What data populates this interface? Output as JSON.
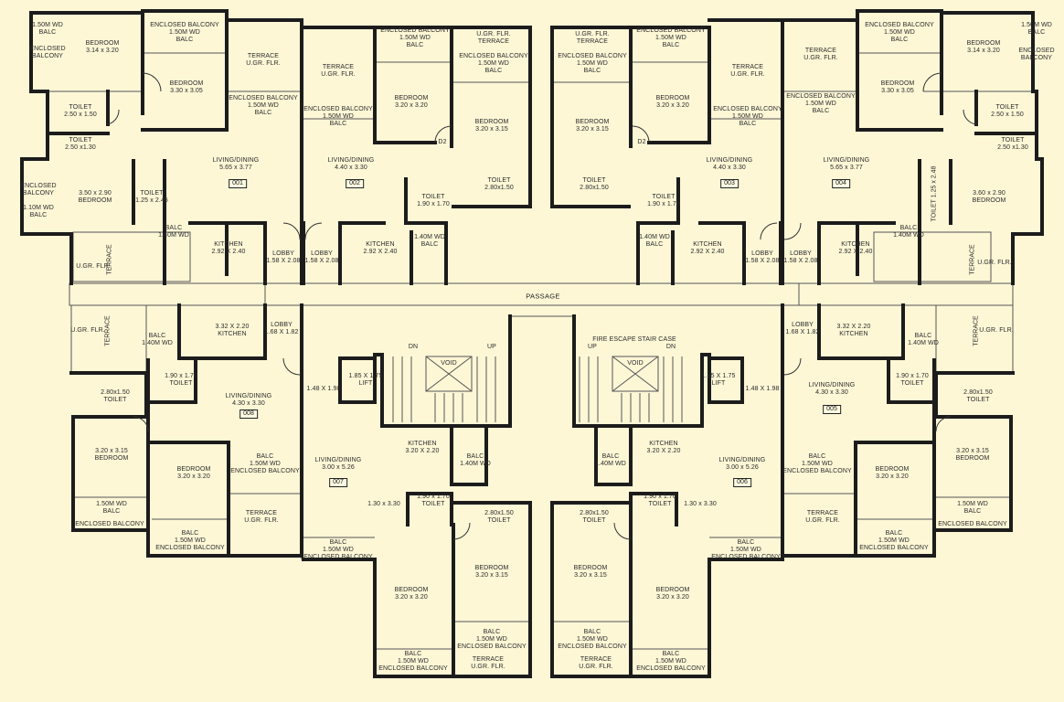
{
  "passage_label": "PASSAGE",
  "fire_escape_label": "FIRE ESCAPE STAIR CASE",
  "units": [
    "001",
    "002",
    "003",
    "004",
    "005",
    "006",
    "007",
    "008"
  ],
  "labels": {
    "u1_balc150": "1.50M WD\nBALC",
    "u1_encl": "ENCLOSED\nBALCONY",
    "u1_bed1": "BEDROOM\n3.14 x 3.20",
    "u1_enclbal_top": "ENCLOSED BALCONY\n1.50M WD\nBALC",
    "u1_bed2": "BEDROOM\n3.30 x 3.05",
    "u1_terrace": "TERRACE\nU.GR. FLR.",
    "u1_encl2": "ENCLOSED BALCONY\n1.50M WD\nBALC",
    "u1_toilet1": "TOILET\n2.50 x 1.50",
    "u1_toilet2": "TOILET\n2.50 x1.30",
    "u1_living": "LIVING/DINING\n5.65 x 3.77",
    "u1_encl3": "ENCLOSED\nBALCONY",
    "u1_balc110": "1.10M WD\nBALC",
    "u1_bed3": "3.50 x 2.90\nBEDROOM",
    "u1_toilet3": "TOILET\n1.25 x 2.45",
    "u1_balc140": "BALC\n1.40M WD",
    "u1_kitchen": "KITCHEN\n2.92 X 2.40",
    "u1_lobby": "LOBBY\n1.58 X 2.08",
    "ugr_flr": "U.GR. FLR.",
    "terrace": "TERRACE",
    "u2_terrace": "TERRACE\nU.GR. FLR.",
    "u2_encl": "ENCLOSED BALCONY\n1.50M WD\nBALC",
    "u2_enclbal_top": "ENCLOSED BALCONY\n1.50M WD\nBALC",
    "u2_ugr_terrace": "U.GR. FLR.\nTERRACE",
    "u2_encl_right": "ENCLOSED BALCONY\n1.50M WD\nBALC",
    "u2_bed1": "BEDROOM\n3.20 x 3.20",
    "u2_bed2": "BEDROOM\n3.20 x 3.15",
    "u2_d2": "D2",
    "u2_living": "LIVING/DINING\n4.40 x 3.30",
    "u2_toilet1": "TOILET\n2.80x1.50",
    "u2_toilet2": "TOILET\n1.90 x 1.70",
    "u2_kitchen": "KITCHEN\n2.92 X 2.40",
    "u2_balc": "1.40M WD\nBALC",
    "u2_lobby": "LOBBY\n1.58 X 2.08",
    "u3_ugr_terrace": "U.GR. FLR.\nTERRACE",
    "u3_encl": "ENCLOSED BALCONY\n1.50M WD\nBALC",
    "u3_enclbal_top": "ENCLOSED BALCONY\n1.50M WD\nBALC",
    "u3_bed1": "BEDROOM\n3.20 x 3.15",
    "u3_bed2": "BEDROOM\n3.20 x 3.20",
    "u3_terrace": "TERRACE\nU.GR. FLR.",
    "u3_encl_right": "ENCLOSED BALCONY\n1.50M WD\nBALC",
    "u3_toilet1": "TOILET\n2.80x1.50",
    "u3_d2": "D2",
    "u3_living": "LIVING/DINING\n4.40 x 3.30",
    "u3_toilet2": "TOILET\n1.90 x 1.70",
    "u3_balc": "1.40M WD\nBALC",
    "u3_kitchen": "KITCHEN\n2.92 X 2.40",
    "u3_lobby": "LOBBY\n1.58 X 2.08",
    "u4_terrace": "TERRACE\nU.GR. FLR.",
    "u4_encl": "ENCLOSED BALCONY\n1.50M WD\nBALC",
    "u4_enclbal_top": "ENCLOSED BALCONY\n1.50M WD\nBALC",
    "u4_bed1": "BEDROOM\n3.14 x 3.20",
    "u4_balc150": "1.50M WD\nBALC",
    "u4_encl_side": "ENCLOSED\nBALCONY",
    "u4_bed2": "BEDROOM\n3.30 x 3.05",
    "u4_toilet1": "TOILET\n2.50 x 1.50",
    "u4_toilet2": "TOILET\n2.50 x1.30",
    "u4_living": "LIVING/DINING\n5.65 x 3.77",
    "u4_toilet3": "TOILET\n1.25 x 2.48",
    "u4_bed3": "3.60 x 2.90\nBEDROOM",
    "u4_balc140": "BALC\n1.40M WD",
    "u4_kitchen": "KITCHEN\n2.92 X 2.40",
    "u4_lobby": "LOBBY\n1.58 X 2.08",
    "u8_balc": "BALC\n1.40M WD",
    "u8_kitchen": "3.32 X 2.20\nKITCHEN",
    "u8_lobby": "LOBBY\n1.68 X 1.82",
    "u8_toilet1": "1.90 x 1.70\nTOILET",
    "u8_toilet2": "2.80x1.50\nTOILET",
    "u8_living": "LIVING/DINING\n4.30 x 3.30",
    "u8_bed1": "3.20 x 3.15\nBEDROOM",
    "u8_bed2": "BEDROOM\n3.20 x 3.20",
    "u8_balc150": "BALC\n1.50M WD\nENCLOSED BALCONY",
    "u8_balc150b": "1.50M WD\nBALC",
    "u8_enclosed": "ENCLOSED BALCONY",
    "u8_balc_bottom": "BALC\n1.50M WD\nENCLOSED BALCONY",
    "u8_terrace": "TERRACE\nU.GR. FLR.",
    "u7_lobbyarea": "1.48 X 1.98",
    "u7_lift": "1.85 X 1.75\nLIFT",
    "void": "VOID",
    "dn": "DN",
    "up": "UP",
    "u7_kitchen": "KITCHEN\n3.20 X 2.20",
    "u7_balc": "BALC\n1.40M WD",
    "u7_living": "LIVING/DINING\n3.00 x 5.26",
    "u7_extra": "1.30 x 3.30",
    "u7_toilet1": "1.90 x 1.70\nTOILET",
    "u7_toilet2": "2.80x1.50\nTOILET",
    "u7_balc150": "BALC\n1.50M WD\nENCLOSED BALCONY",
    "u7_bed1": "BEDROOM\n3.20 x 3.20",
    "u7_bed2": "BEDROOM\n3.20 x 3.15",
    "u7_balc_b1": "BALC\n1.50M WD\nENCLOSED BALCONY",
    "u7_balc_b2": "BALC\n1.50M WD\nENCLOSED BALCONY",
    "u7_terrace": "TERRACE\nU.GR. FLR.",
    "u6_lobbyarea": "1.48 X 1.98",
    "u6_lift": "1.85 X 1.75\nLIFT",
    "u6_kitchen": "KITCHEN\n3.20 X 2.20",
    "u6_balc": "BALC\n1.40M WD",
    "u6_living": "LIVING/DINING\n3.00 x 5.26",
    "u6_extra": "1.30 x 3.30",
    "u6_toilet1": "1.90 x 1.70\nTOILET",
    "u6_toilet2": "2.80x1.50\nTOILET",
    "u6_balc150": "BALC\n1.50M WD\nENCLOSED BALCONY",
    "u6_bed1": "BEDROOM\n3.20 x 3.15",
    "u6_bed2": "BEDROOM\n3.20 x 3.20",
    "u6_balc_b1": "BALC\n1.50M WD\nENCLOSED BALCONY",
    "u6_balc_b2": "BALC\n1.50M WD\nENCLOSED BALCONY",
    "u6_terrace": "TERRACE\nU.GR. FLR.",
    "u5_lobby": "LOBBY\n1.68 X 1.82",
    "u5_kitchen": "3.32 X 2.20\nKITCHEN",
    "u5_balc": "BALC\n1.40M WD",
    "u5_living": "LIVING/DINING\n4.30 x 3.30",
    "u5_toilet1": "1.90 x 1.70\nTOILET",
    "u5_toilet2": "2.80x1.50\nTOILET",
    "u5_bed1": "BEDROOM\n3.20 x 3.20",
    "u5_bed2": "3.20 x 3.15\nBEDROOM",
    "u5_balc150": "BALC\n1.50M WD\nENCLOSED BALCONY",
    "u5_balc150b": "1.50M WD\nBALC",
    "u5_enclosed": "ENCLOSED BALCONY",
    "u5_balc_bottom": "BALC\n1.50M WD\nENCLOSED BALCONY",
    "u5_terrace": "TERRACE\nU.GR. FLR."
  },
  "colors": {
    "background": "#fdf7d6",
    "wall": "#1c1c1c",
    "line": "#444444"
  }
}
